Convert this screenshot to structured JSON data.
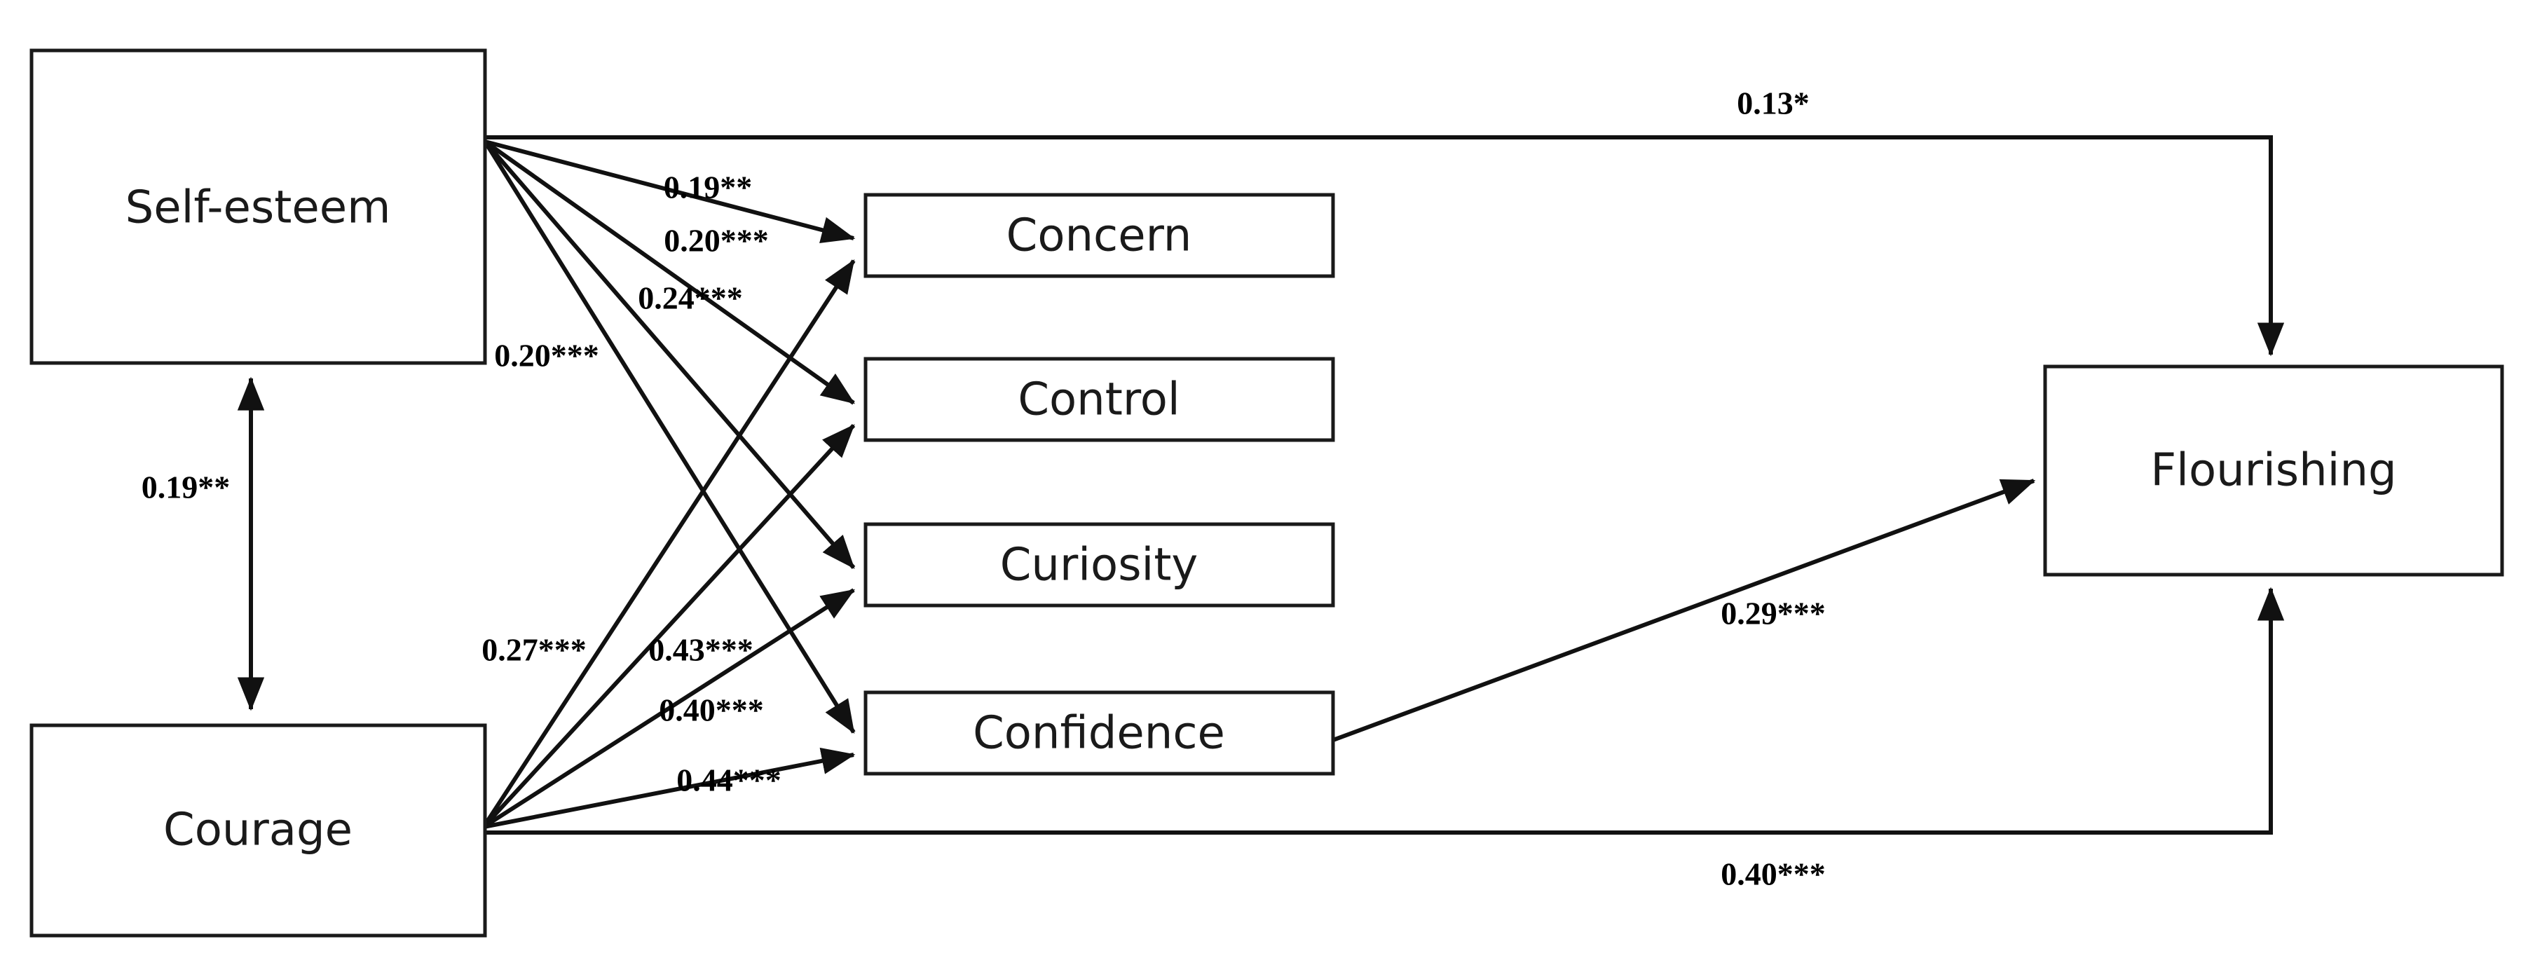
{
  "diagram": {
    "title": "Structural equation model path diagram",
    "nodes": {
      "self_esteem": "Self-esteem",
      "courage": "Courage",
      "concern": "Concern",
      "control": "Control",
      "curiosity": "Curiosity",
      "confidence": "Confidence",
      "flourishing": "Flourishing"
    },
    "coefficients": {
      "self_esteem_courage": "0.19**",
      "self_esteem_concern": "0.19**",
      "self_esteem_control": "0.20***",
      "self_esteem_curiosity": "0.24***",
      "self_esteem_confidence": "0.20***",
      "self_esteem_flourishing": "0.13*",
      "courage_concern": "0.27***",
      "courage_control": "0.43***",
      "courage_curiosity": "0.40***",
      "courage_confidence": "0.44***",
      "confidence_flourishing": "0.29***",
      "courage_flourishing": "0.40***"
    },
    "colors": {
      "stroke": "#111111",
      "box_fill": "#ffffff",
      "text": "#1a1a1a"
    }
  },
  "chart_data": {
    "type": "diagram",
    "title": "Path model: Self-esteem and Courage predicting Career Adaptability dimensions and Flourishing",
    "nodes": [
      {
        "id": "self_esteem",
        "label": "Self-esteem",
        "role": "predictor"
      },
      {
        "id": "courage",
        "label": "Courage",
        "role": "predictor"
      },
      {
        "id": "concern",
        "label": "Concern",
        "role": "mediator"
      },
      {
        "id": "control",
        "label": "Control",
        "role": "mediator"
      },
      {
        "id": "curiosity",
        "label": "Curiosity",
        "role": "mediator"
      },
      {
        "id": "confidence",
        "label": "Confidence",
        "role": "mediator"
      },
      {
        "id": "flourishing",
        "label": "Flourishing",
        "role": "outcome"
      }
    ],
    "edges": [
      {
        "from": "self_esteem",
        "to": "courage",
        "label": "0.19**",
        "value": 0.19,
        "significance": "**",
        "type": "covariance"
      },
      {
        "from": "self_esteem",
        "to": "concern",
        "label": "0.19**",
        "value": 0.19,
        "significance": "**",
        "type": "regression"
      },
      {
        "from": "self_esteem",
        "to": "control",
        "label": "0.20***",
        "value": 0.2,
        "significance": "***",
        "type": "regression"
      },
      {
        "from": "self_esteem",
        "to": "curiosity",
        "label": "0.24***",
        "value": 0.24,
        "significance": "***",
        "type": "regression"
      },
      {
        "from": "self_esteem",
        "to": "confidence",
        "label": "0.20***",
        "value": 0.2,
        "significance": "***",
        "type": "regression"
      },
      {
        "from": "self_esteem",
        "to": "flourishing",
        "label": "0.13*",
        "value": 0.13,
        "significance": "*",
        "type": "regression"
      },
      {
        "from": "courage",
        "to": "concern",
        "label": "0.27***",
        "value": 0.27,
        "significance": "***",
        "type": "regression"
      },
      {
        "from": "courage",
        "to": "control",
        "label": "0.43***",
        "value": 0.43,
        "significance": "***",
        "type": "regression"
      },
      {
        "from": "courage",
        "to": "curiosity",
        "label": "0.40***",
        "value": 0.4,
        "significance": "***",
        "type": "regression"
      },
      {
        "from": "courage",
        "to": "confidence",
        "label": "0.44***",
        "value": 0.44,
        "significance": "***",
        "type": "regression"
      },
      {
        "from": "confidence",
        "to": "flourishing",
        "label": "0.29***",
        "value": 0.29,
        "significance": "***",
        "type": "regression"
      },
      {
        "from": "courage",
        "to": "flourishing",
        "label": "0.40***",
        "value": 0.4,
        "significance": "***",
        "type": "regression"
      }
    ]
  }
}
